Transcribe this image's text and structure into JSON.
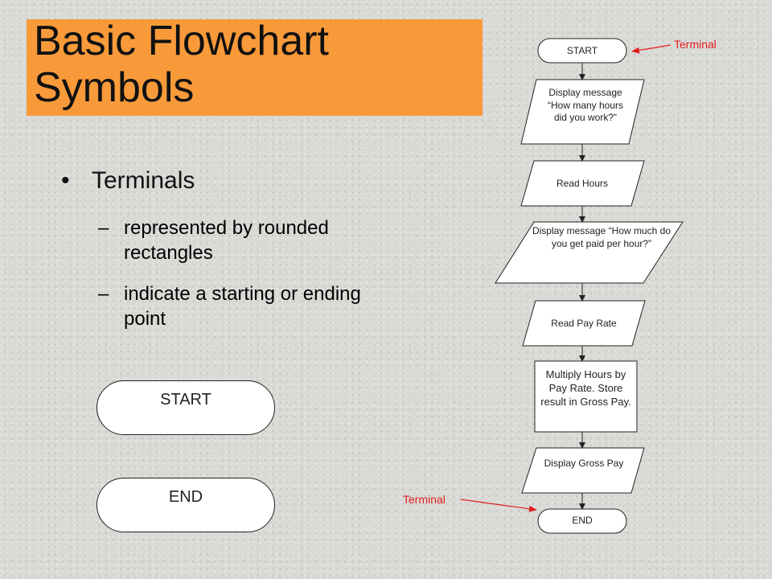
{
  "slide": {
    "title": "Basic Flowchart\nSymbols",
    "bullet": "Terminals",
    "sub_bullets": [
      "represented by rounded rectangles",
      "indicate a starting or ending point"
    ],
    "examples": {
      "start": "START",
      "end": "END"
    }
  },
  "flowchart": {
    "start": "START",
    "display1": "Display message “How many hours did you work?”",
    "read_hours": "Read Hours",
    "display2": "Display message “How much do you get paid per hour?”",
    "read_rate": "Read Pay Rate",
    "process": "Multiply Hours by Pay Rate. Store result in Gross Pay.",
    "display3": "Display Gross Pay",
    "end": "END"
  },
  "annotations": {
    "top": "Terminal",
    "bottom": "Terminal"
  },
  "colors": {
    "title_bg": "#f99a3a",
    "annotation": "#e02020",
    "background": "#d9d9d6"
  }
}
